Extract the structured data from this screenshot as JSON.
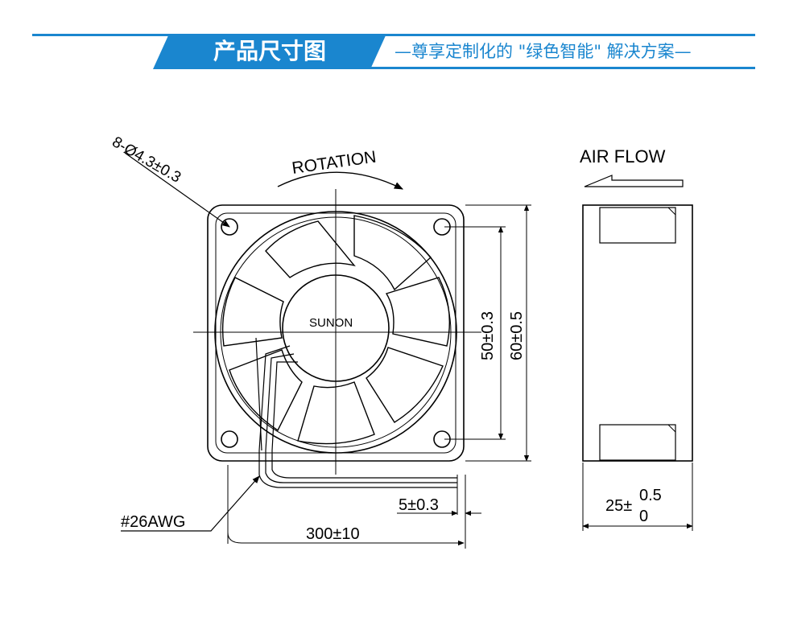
{
  "header": {
    "title": "产品尺寸图",
    "subtitle": "—尊享定制化的 \"绿色智能\" 解决方案—"
  },
  "drawing": {
    "hole_callout": "8-Ø4.3±0.3",
    "rotation_label": "ROTATION",
    "brand_label": "SUNON",
    "dim_inner": "50±0.3",
    "dim_outer": "60±0.5",
    "wire_gauge": "#26AWG",
    "strip_length": "5±0.3",
    "wire_length": "300±10",
    "airflow_label": "AIR FLOW",
    "thickness_base": "25±",
    "thickness_upper": "0.5",
    "thickness_lower": "0"
  },
  "colors": {
    "accent": "#1a86cf",
    "line": "#000000"
  }
}
